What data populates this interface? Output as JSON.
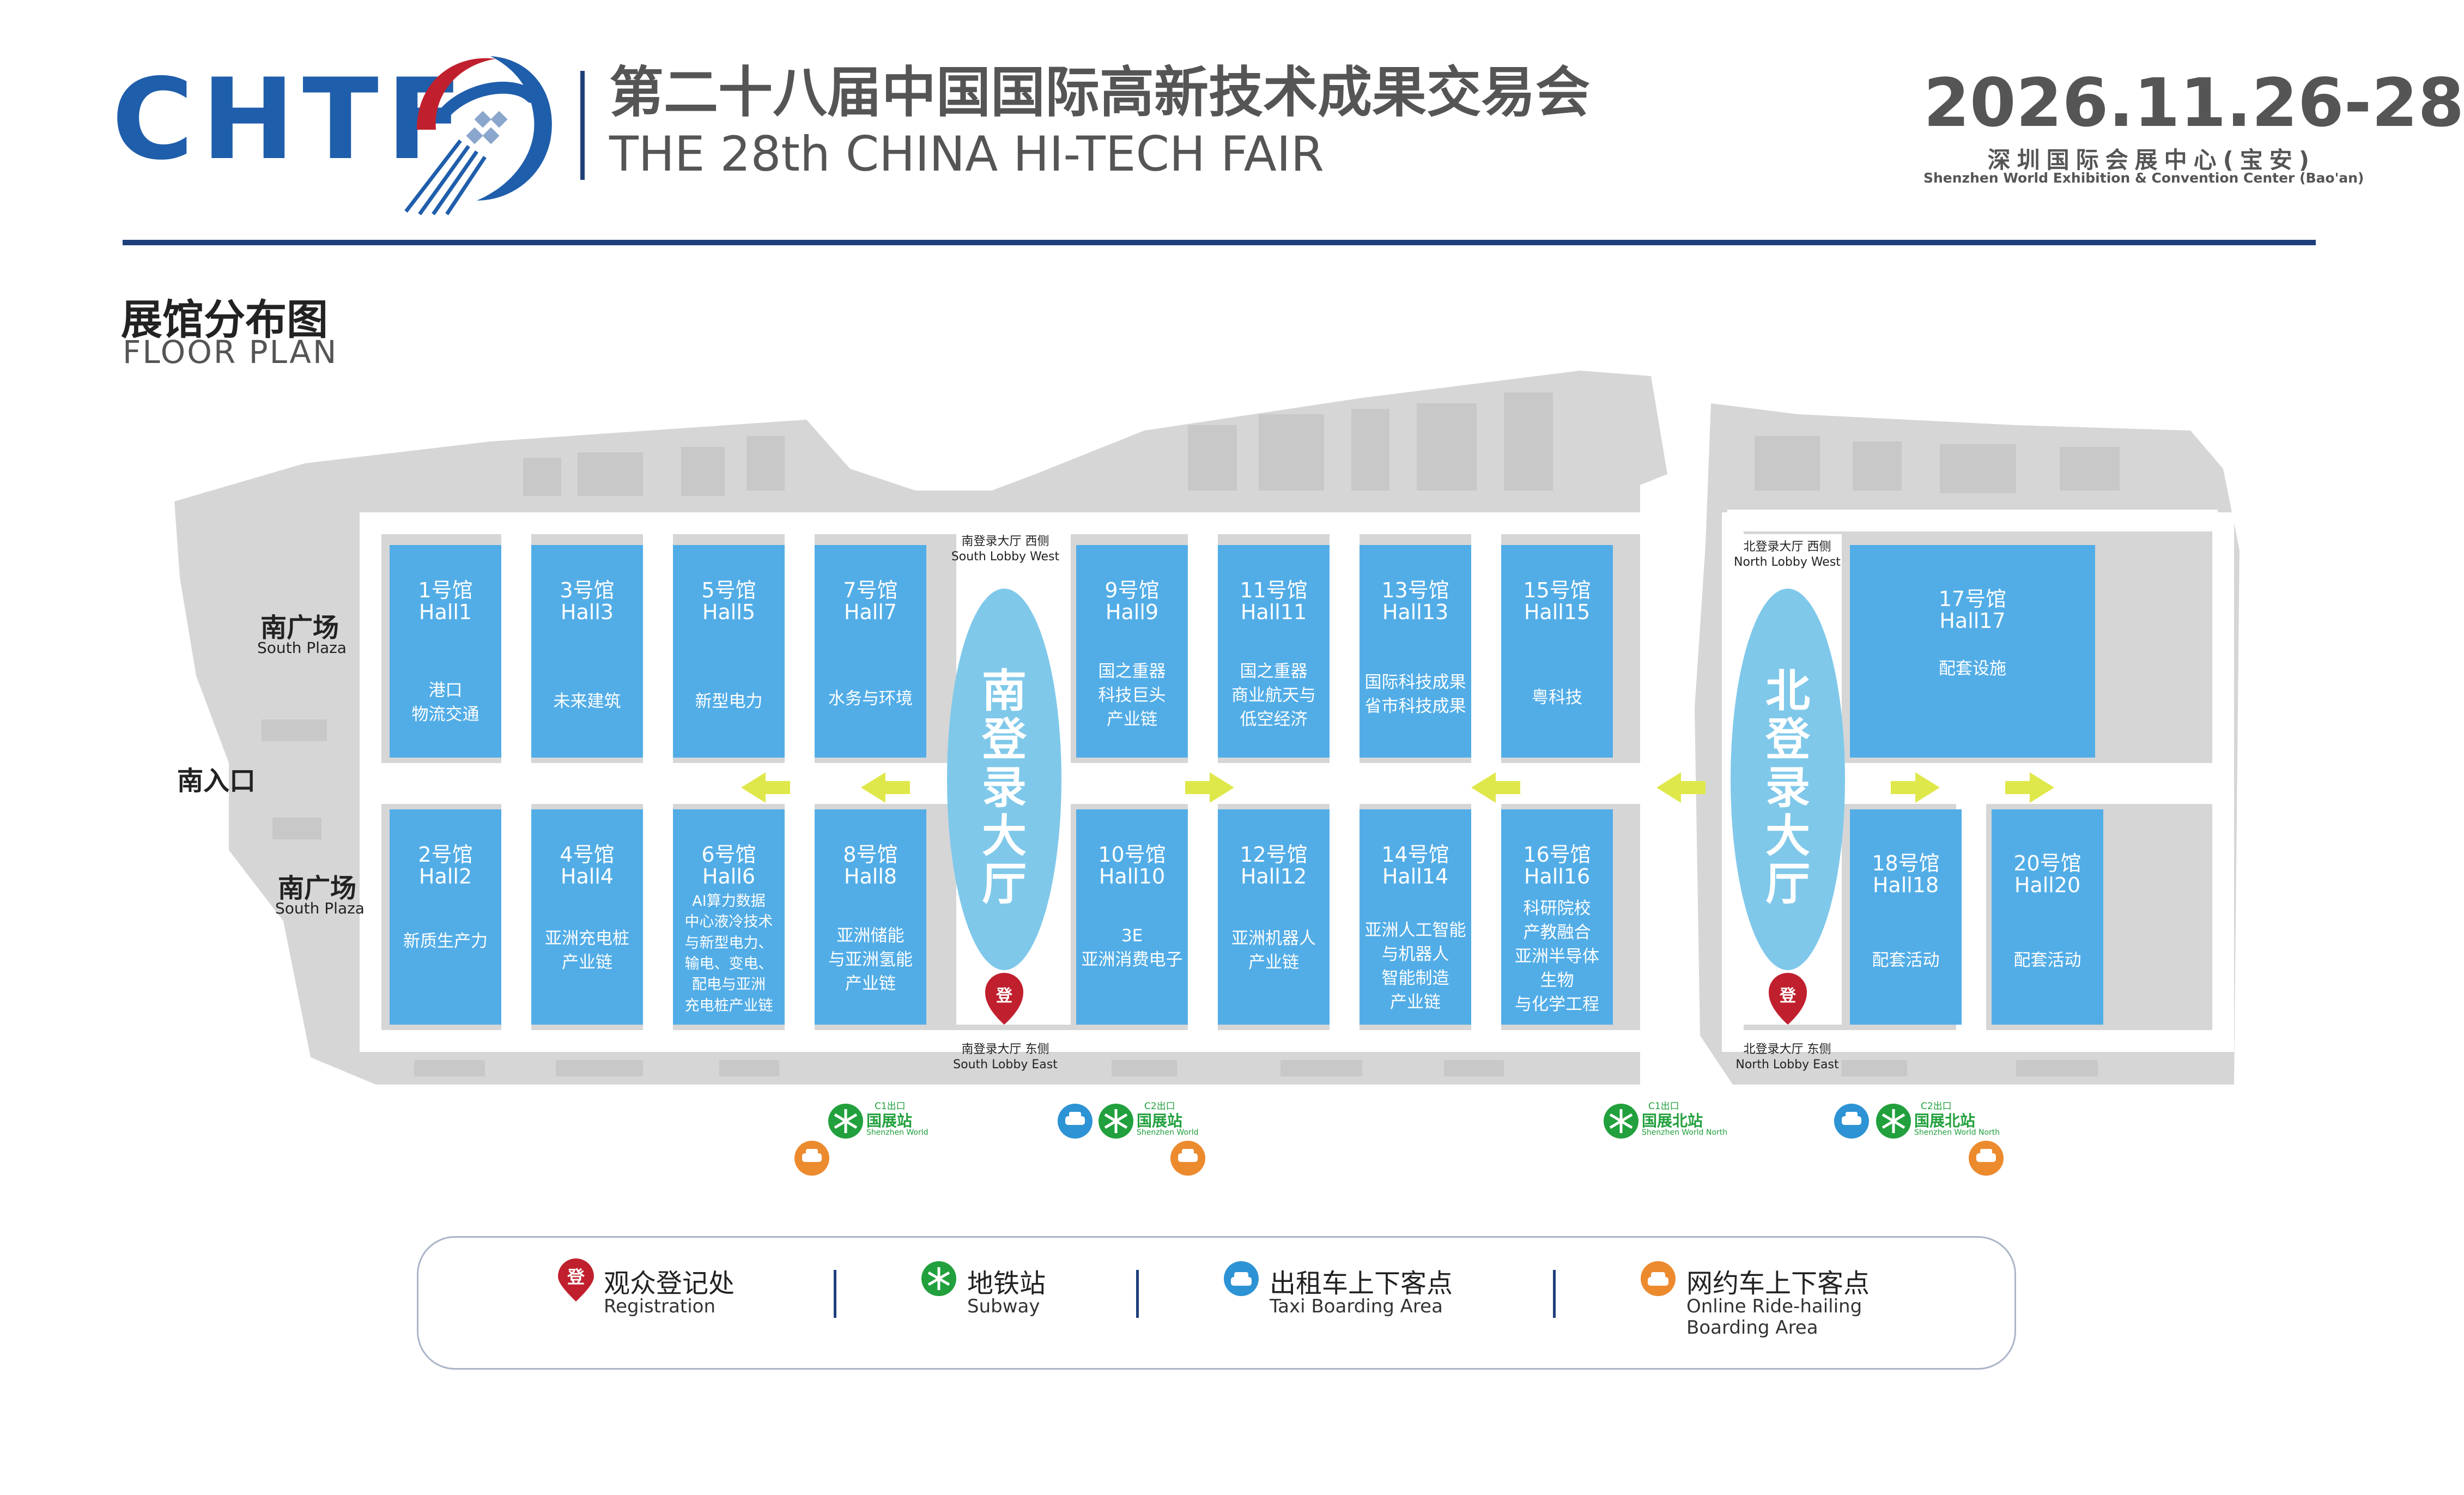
{
  "header": {
    "logo_text": "CHTF",
    "title_cn": "第二十八届中国国际高新技术成果交易会",
    "title_en": "THE 28th CHINA HI-TECH FAIR",
    "date": "2026.11.26-28",
    "venue_cn": "深圳国际会展中心(宝安)",
    "venue_en": "Shenzhen World Exhibition & Convention Center (Bao'an)"
  },
  "section": {
    "title_cn": "展馆分布图",
    "title_en": "FLOOR PLAN"
  },
  "colors": {
    "hall": "#52ade7",
    "lobby": "#7fc8ea",
    "arrow": "#dfe84a",
    "ground": "#d6d6d6",
    "navy": "#1f3f7a",
    "brand": "#1f5eab",
    "subway": "#21a03d",
    "taxi": "#2d93d4",
    "ridehail": "#ec8a2e",
    "registration": "#c0202e"
  },
  "plazas": [
    {
      "cn": "南广场",
      "en": "South Plaza"
    },
    {
      "cn": "南广场",
      "en": "South Plaza"
    }
  ],
  "south_entrance": "南入口",
  "halls": [
    {
      "id": "hall1",
      "cn": "1号馆",
      "en": "Hall1",
      "theme": "港口\n物流交通"
    },
    {
      "id": "hall3",
      "cn": "3号馆",
      "en": "Hall3",
      "theme": "未来建筑"
    },
    {
      "id": "hall5",
      "cn": "5号馆",
      "en": "Hall5",
      "theme": "新型电力"
    },
    {
      "id": "hall7",
      "cn": "7号馆",
      "en": "Hall7",
      "theme": "水务与环境"
    },
    {
      "id": "hall9",
      "cn": "9号馆",
      "en": "Hall9",
      "theme": "国之重器\n科技巨头\n产业链"
    },
    {
      "id": "hall11",
      "cn": "11号馆",
      "en": "Hall11",
      "theme": "国之重器\n商业航天与\n低空经济"
    },
    {
      "id": "hall13",
      "cn": "13号馆",
      "en": "Hall13",
      "theme": "国际科技成果\n省市科技成果"
    },
    {
      "id": "hall15",
      "cn": "15号馆",
      "en": "Hall15",
      "theme": "粤科技"
    },
    {
      "id": "hall17",
      "cn": "17号馆",
      "en": "Hall17",
      "theme": "配套设施"
    },
    {
      "id": "hall2",
      "cn": "2号馆",
      "en": "Hall2",
      "theme": "新质生产力"
    },
    {
      "id": "hall4",
      "cn": "4号馆",
      "en": "Hall4",
      "theme": "亚洲充电桩\n产业链"
    },
    {
      "id": "hall6",
      "cn": "6号馆",
      "en": "Hall6",
      "theme": "AI算力数据\n中心液冷技术\n与新型电力、\n输电、变电、\n配电与亚洲\n充电桩产业链"
    },
    {
      "id": "hall8",
      "cn": "8号馆",
      "en": "Hall8",
      "theme": "亚洲储能\n与亚洲氢能\n产业链"
    },
    {
      "id": "hall10",
      "cn": "10号馆",
      "en": "Hall10",
      "theme": "3E\n亚洲消费电子"
    },
    {
      "id": "hall12",
      "cn": "12号馆",
      "en": "Hall12",
      "theme": "亚洲机器人\n产业链"
    },
    {
      "id": "hall14",
      "cn": "14号馆",
      "en": "Hall14",
      "theme": "亚洲人工智能\n与机器人\n智能制造\n产业链"
    },
    {
      "id": "hall16",
      "cn": "16号馆",
      "en": "Hall16",
      "theme": "科研院校\n产教融合\n亚洲半导体\n生物\n与化学工程"
    },
    {
      "id": "hall18",
      "cn": "18号馆",
      "en": "Hall18",
      "theme": "配套活动"
    },
    {
      "id": "hall20",
      "cn": "20号馆",
      "en": "Hall20",
      "theme": "配套活动"
    }
  ],
  "lobbies": {
    "south": {
      "name": "南登录大厅",
      "west_cn": "南登录大厅 西侧",
      "west_en": "South Lobby West",
      "east_cn": "南登录大厅 东侧",
      "east_en": "South Lobby East"
    },
    "north": {
      "name": "北登录大厅",
      "west_cn": "北登录大厅 西侧",
      "west_en": "North Lobby West",
      "east_cn": "北登录大厅 东侧",
      "east_en": "North Lobby East"
    }
  },
  "registration_mark": "登",
  "stations": [
    {
      "exit": "C1出口",
      "name": "国展站",
      "en": "Shenzhen World"
    },
    {
      "exit": "C2出口",
      "name": "国展站",
      "en": "Shenzhen World"
    },
    {
      "exit": "C1出口",
      "name": "国展北站",
      "en": "Shenzhen World North"
    },
    {
      "exit": "C2出口",
      "name": "国展北站",
      "en": "Shenzhen World North"
    }
  ],
  "legend": [
    {
      "icon": "registration-icon",
      "cn": "观众登记处",
      "en": "Registration"
    },
    {
      "icon": "subway-icon",
      "cn": "地铁站",
      "en": "Subway"
    },
    {
      "icon": "taxi-icon",
      "cn": "出租车上下客点",
      "en": "Taxi Boarding Area"
    },
    {
      "icon": "ridehail-icon",
      "cn": "网约车上下客点",
      "en": "Online Ride-hailing\nBoarding Area"
    }
  ]
}
